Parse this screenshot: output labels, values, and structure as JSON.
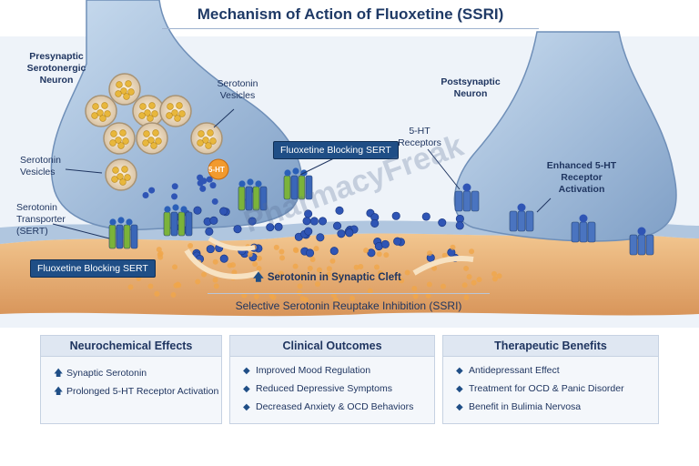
{
  "title": "Mechanism of Action of Fluoxetine (SSRI)",
  "labels": {
    "presynaptic_neuron": "Presynaptic Serotonergic Neuron",
    "serotonin_vesicles_top": "Serotonin Vesicles",
    "serotonin_vesicles_left": "Serotonin Vesicles",
    "sert": "Serotonin Transporter (SERT)",
    "ht_badge": "5-HT",
    "fluoxetine_blocking_top": "Fluoxetine Blocking SERT",
    "fluoxetine_blocking_bottom": "Fluoxetine Blocking SERT",
    "postsynaptic_neuron": "Postsynaptic Neuron",
    "receptors": "5-HT Receptors",
    "enhanced_activation": "Enhanced 5-HT Receptor Activation",
    "synaptic_cleft": "Serotonin in Synaptic Cleft",
    "ssri_caption": "Selective Serotonin Reuptake Inhibition (SSRI)",
    "watermark": "PharmacyFreak"
  },
  "panels": [
    {
      "heading": "Neurochemical Effects",
      "marker": "up-arrow-icon",
      "items": [
        "Synaptic Serotonin",
        "Prolonged 5-HT Receptor Activation"
      ]
    },
    {
      "heading": "Clinical Outcomes",
      "marker": "diamond-bullet-icon",
      "items": [
        "Improved Mood Regulation",
        "Reduced Depressive Symptoms",
        "Decreased Anxiety & OCD Behaviors"
      ]
    },
    {
      "heading": "Therapeutic Benefits",
      "marker": "diamond-bullet-icon",
      "items": [
        "Antidepressant Effect",
        "Treatment for OCD & Panic Disorder",
        "Benefit in Bulimia Nervosa"
      ]
    }
  ],
  "colors": {
    "neuron": "#9fb9d8",
    "cleft": "#e8b27a",
    "serotonin_dot": "#2f55b5",
    "transporter_green": "#7bb33a",
    "transporter_blue": "#3a66b8",
    "label_dark": "#1f3560",
    "tag_bg": "#1f4e86"
  }
}
